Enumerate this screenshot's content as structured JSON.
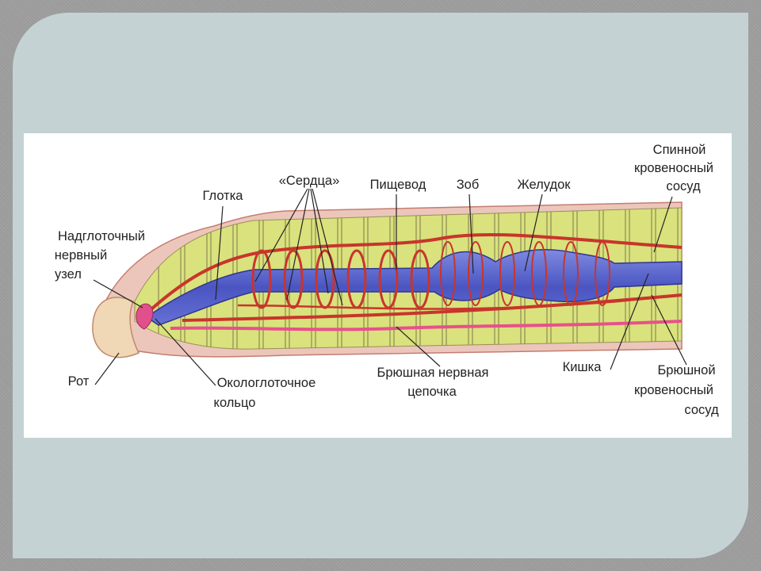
{
  "labels": {
    "spinal_vessel": [
      "Спинной",
      "кровеносный",
      "сосуд"
    ],
    "hearts": "«Сердца»",
    "pharynx": "Глотка",
    "esophagus": "Пищевод",
    "crop": "Зоб",
    "stomach": "Желудок",
    "ganglion": [
      "Надглоточный",
      "нервный",
      "узел"
    ],
    "mouth": "Рот",
    "ring": [
      "Окологлоточное",
      "кольцо"
    ],
    "ventral_cord": [
      "Брюшная нервная",
      "цепочка"
    ],
    "intestine": "Кишка",
    "ventral_vessel": [
      "Брюшной",
      "кровеносный",
      "сосуд"
    ]
  },
  "colors": {
    "vessel_red": "#c8352c",
    "gut_blue": "#5560c8",
    "segment_yellow": "#d8e47a",
    "body_pink": "#e9c2b8",
    "nerve_pink": "#e8508c"
  }
}
